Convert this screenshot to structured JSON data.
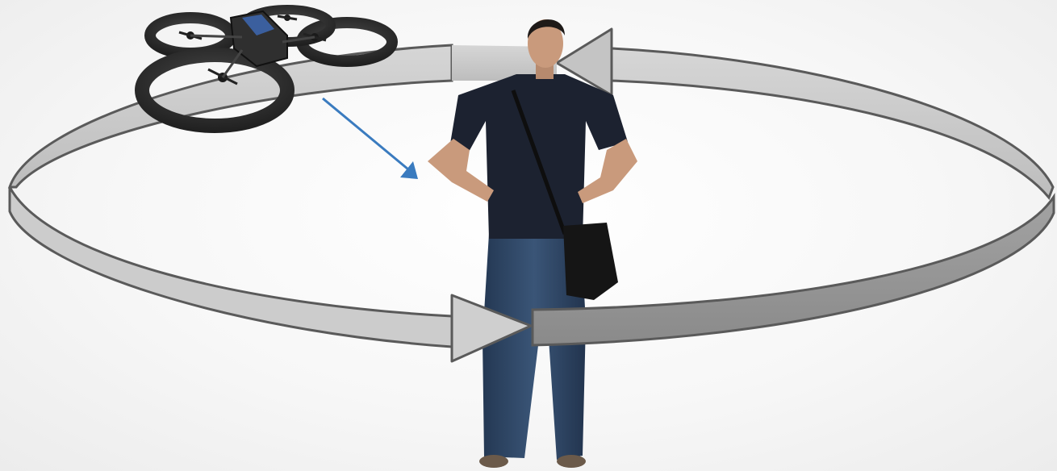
{
  "scene": {
    "subjects": {
      "drone": "quadcopter-drone",
      "person": "standing-person"
    },
    "orbit": {
      "direction": "counter-clockwise",
      "arrow_heads": 2
    },
    "pointer": {
      "from": "drone",
      "to": "person"
    }
  },
  "colors": {
    "background": "#f4f4f4",
    "ring_top": "#c8c8c8",
    "ring_side": "#8f8f8f",
    "ring_outline": "#5a5a5a",
    "pointer_arrow": "#3a7bbf",
    "drone_body": "#2f2f2f",
    "shirt": "#1c2230",
    "jeans": "#2f4563",
    "skin": "#c99a7c",
    "bag": "#151515"
  },
  "icons": {
    "drone": "quadcopter-icon",
    "person": "person-figure"
  }
}
